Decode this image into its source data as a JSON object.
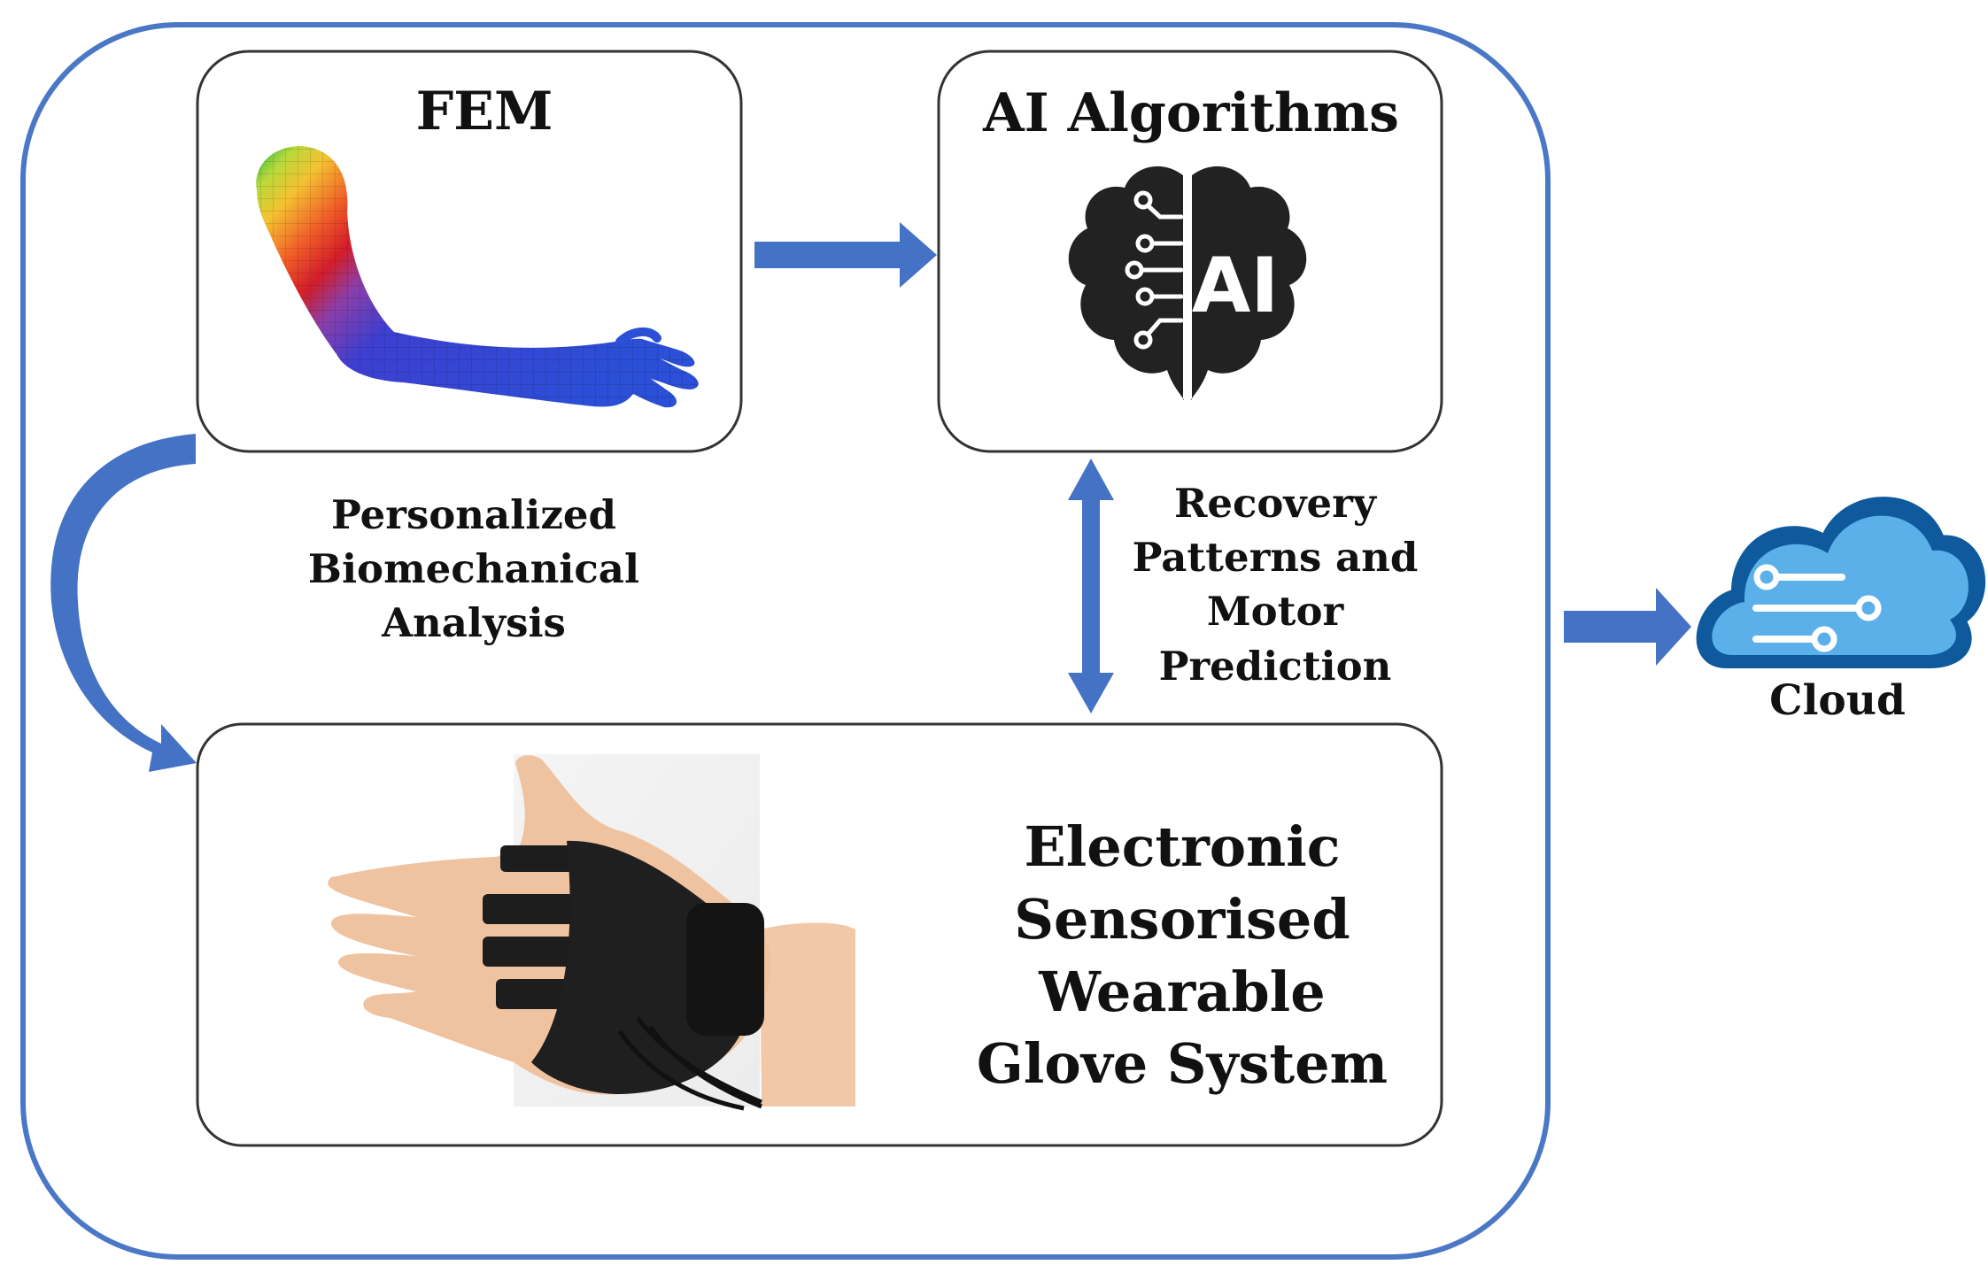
{
  "colors": {
    "frame": "#4A77C6",
    "arrow": "#4472C4",
    "box_border": "#333333",
    "ai_brain": "#222222",
    "cloud_outer": "#0E5A9C",
    "cloud_inner": "#5BB0EA"
  },
  "fem": {
    "title": "FEM",
    "image_icon": "fem-arm-heatmap-image"
  },
  "ai": {
    "title": "AI Algorithms",
    "icon": "ai-brain-icon",
    "icon_text": "AI"
  },
  "labels": {
    "biomech": [
      "Personalized",
      "Biomechanical",
      "Analysis"
    ],
    "recovery": [
      "Recovery",
      "Patterns and",
      "Motor",
      "Prediction"
    ]
  },
  "glove": {
    "title": [
      "Electronic",
      "Sensorised",
      "Wearable",
      "Glove System"
    ],
    "image_icon": "sensorised-glove-photo"
  },
  "cloud": {
    "label": "Cloud",
    "icon": "cloud-icon"
  }
}
